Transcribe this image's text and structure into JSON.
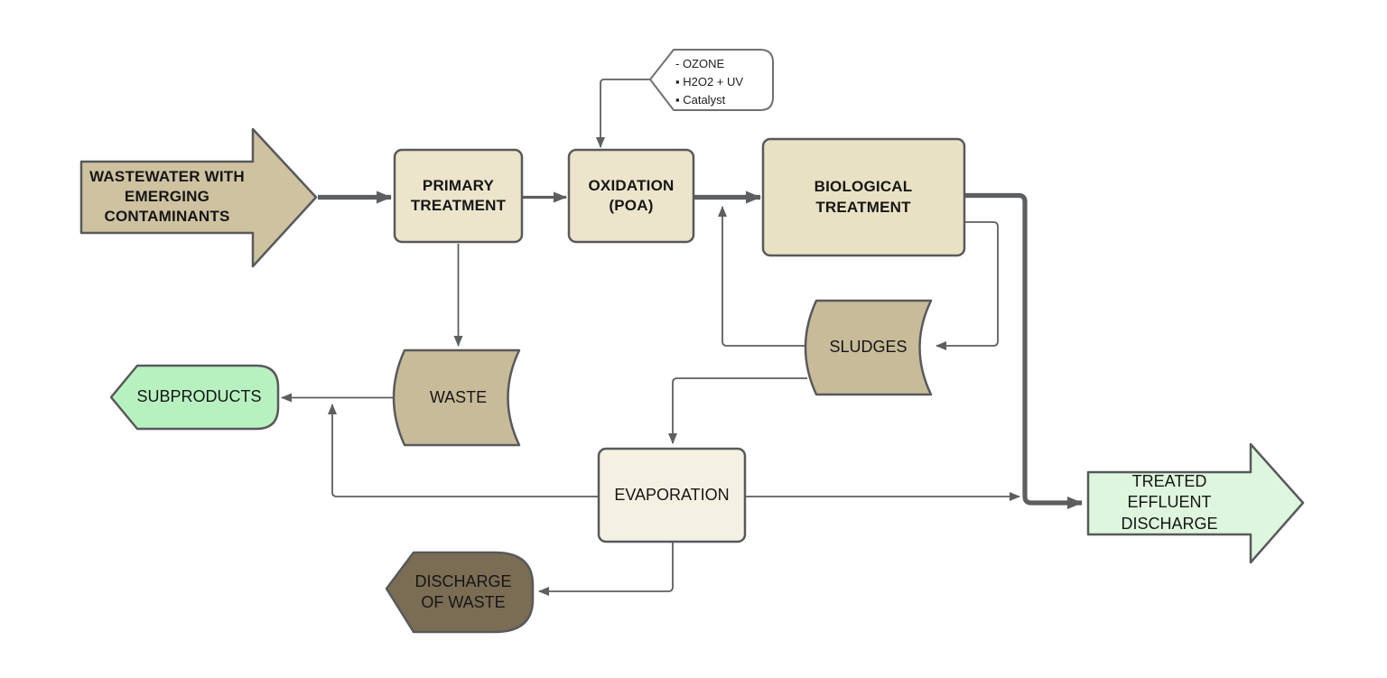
{
  "diagram": {
    "type": "flowchart",
    "background": "#ffffff",
    "stroke_color": "#58595b",
    "connector_color": "#5d5e60",
    "nodes": {
      "wastewater": {
        "label": "WASTEWATER WITH EMERGING CONTAMINANTS",
        "shape": "block-arrow-right",
        "fill": "#cec2a0"
      },
      "primary": {
        "label": "PRIMARY TREATMENT",
        "shape": "rounded-rect",
        "fill": "#ece5cb"
      },
      "oxidation": {
        "label": "OXIDATION (POA)",
        "shape": "rounded-rect",
        "fill": "#ece5cb"
      },
      "biological": {
        "label": "BIOLOGICAL TREATMENT",
        "shape": "rounded-rect",
        "fill": "#e9e1c3"
      },
      "sludges": {
        "label": "SLUDGES",
        "shape": "stored-data",
        "fill": "#c8bb99"
      },
      "waste": {
        "label": "WASTE",
        "shape": "stored-data",
        "fill": "#c8bb99"
      },
      "subproducts": {
        "label": "SUBPRODUCTS",
        "shape": "tag-left",
        "fill": "#b8f1c0"
      },
      "evaporation": {
        "label": "EVAPORATION",
        "shape": "rounded-rect",
        "fill": "#f5f1e2"
      },
      "discharge_of_waste": {
        "label": "DISCHARGE OF WASTE",
        "shape": "tag-left",
        "fill": "#7b6d54"
      },
      "treated_effluent": {
        "label": "TREATED EFFLUENT DISCHARGE",
        "shape": "block-arrow-right",
        "fill": "#def6dd"
      }
    },
    "callout": {
      "fill": "#ffffff",
      "lines": [
        "- OZONE",
        "▪ H2O2 + UV",
        "▪ Catalyst"
      ]
    },
    "edges": [
      {
        "from": "wastewater",
        "to": "primary",
        "style": "thick"
      },
      {
        "from": "primary",
        "to": "oxidation",
        "style": "medium"
      },
      {
        "from": "oxidation",
        "to": "biological",
        "style": "thick"
      },
      {
        "from": "callout",
        "to": "oxidation",
        "style": "thin"
      },
      {
        "from": "primary",
        "to": "waste",
        "style": "thin"
      },
      {
        "from": "waste",
        "to": "subproducts",
        "style": "thin"
      },
      {
        "from": "biological",
        "to": "treated_effluent",
        "style": "thick"
      },
      {
        "from": "biological",
        "to": "sludges",
        "style": "thin"
      },
      {
        "from": "sludges",
        "to": "biological",
        "style": "thin"
      },
      {
        "from": "sludges",
        "to": "evaporation",
        "style": "thin"
      },
      {
        "from": "evaporation",
        "to": "subproducts",
        "style": "thin"
      },
      {
        "from": "evaporation",
        "to": "treated_effluent",
        "style": "thin"
      },
      {
        "from": "evaporation",
        "to": "discharge_of_waste",
        "style": "thin"
      }
    ]
  }
}
